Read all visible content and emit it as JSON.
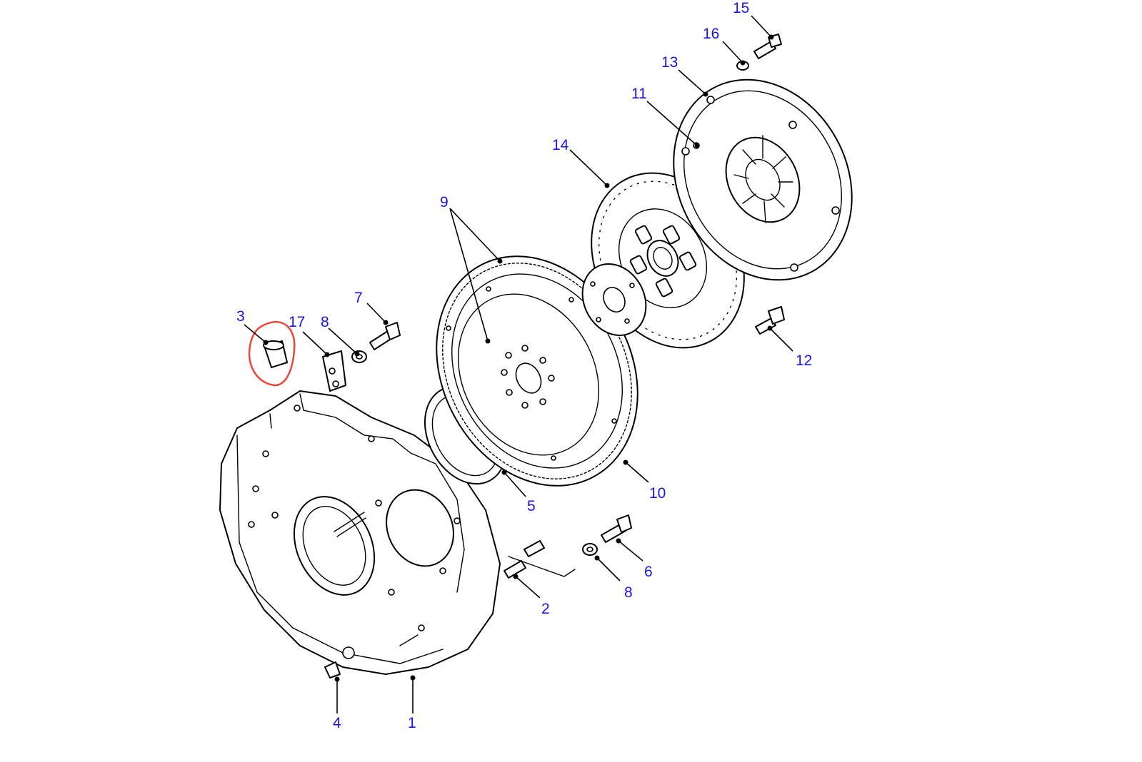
{
  "diagram": {
    "callouts": [
      "15",
      "16",
      "13",
      "11",
      "14",
      "9",
      "7",
      "3",
      "17",
      "8",
      "12",
      "10",
      "5",
      "6",
      "8",
      "2",
      "4",
      "1"
    ],
    "highlight_color": "#e8483a",
    "label_color": "#1a14e6"
  }
}
